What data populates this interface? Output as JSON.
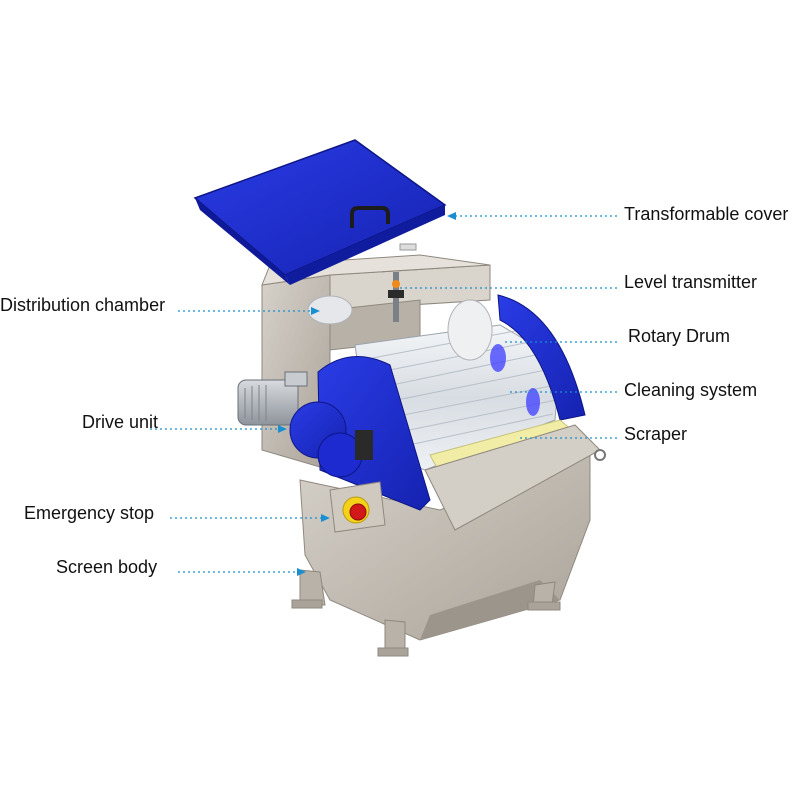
{
  "diagram": {
    "labels": {
      "transformable_cover": "Transformable cover",
      "level_transmitter": "Level transmitter",
      "distribution_chamber": "Distribution chamber",
      "rotary_drum": "Rotary Drum",
      "cleaning_system": "Cleaning system",
      "drive_unit": "Drive unit",
      "scraper": "Scraper",
      "emergency_stop": "Emergency stop",
      "screen_body": "Screen body"
    },
    "colors": {
      "leader_line": "#1a8fd0",
      "cover_blue": "#1f2fd6",
      "steel": "#c9c3ba",
      "steel_dark": "#a49d93",
      "drum": "#dfe4ea",
      "scraper_yellow": "#f3efb0",
      "stop_red": "#d21818",
      "stop_yellow": "#f4d21a"
    }
  }
}
